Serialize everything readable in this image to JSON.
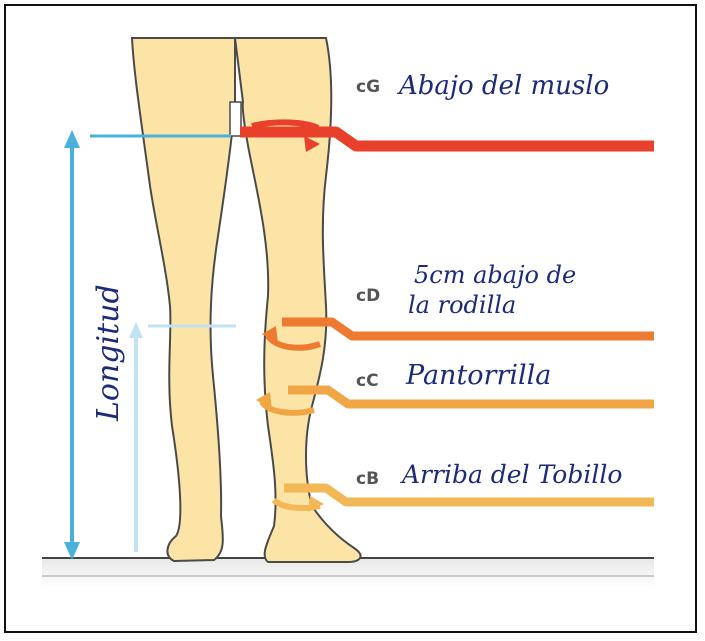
{
  "diagram": {
    "length_label": "Longitud",
    "points": [
      {
        "code": "cG",
        "label_lines": [
          "Abajo del muslo"
        ]
      },
      {
        "code": "cD",
        "label_lines": [
          "5cm abajo de",
          "la rodilla"
        ]
      },
      {
        "code": "cC",
        "label_lines": [
          "Pantorrilla"
        ]
      },
      {
        "code": "cB",
        "label_lines": [
          "Arriba del Tobillo"
        ]
      }
    ]
  },
  "colors": {
    "leg_fill": "#fce4a6",
    "leg_outline": "#4a4a4a",
    "length_arrow": "#4ab0dc",
    "length_arrow_light": "#bfe3f2",
    "label_text": "#1c2a7a",
    "code_text": "#555555",
    "band_cG": "#e8402a",
    "band_cD": "#ee7a32",
    "band_cC": "#f0a645",
    "band_cB": "#f2b855"
  }
}
